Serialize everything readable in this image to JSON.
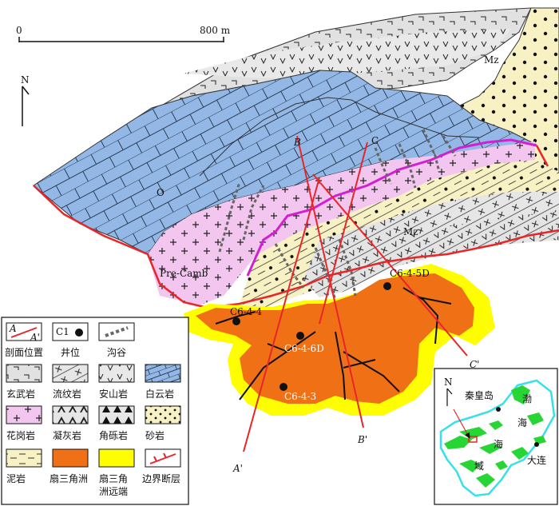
{
  "scale_bar": {
    "start": "0",
    "end": "800 m"
  },
  "north": "N",
  "map_labels": {
    "mz_top": "Mz",
    "mz_mid": "Mz",
    "o": "O",
    "c": "C",
    "precamb": "Pre-Camb"
  },
  "wells": [
    {
      "name": "C6-4-4"
    },
    {
      "name": "C6-4-6D"
    },
    {
      "name": "C6-4-5D"
    },
    {
      "name": "C6-4-3"
    }
  ],
  "sections": {
    "a": "A'",
    "b": "B'",
    "c": "C'",
    "b_top": "B",
    "c_top": "C"
  },
  "legend": {
    "sym_a": "A",
    "sym_a2": "A'",
    "sym_c1": "C1",
    "items": [
      "剖面位置",
      "井位",
      "沟谷",
      "玄武岩",
      "流纹岩",
      "安山岩",
      "白云岩",
      "花岗岩",
      "凝灰岩",
      "角砾岩",
      "砂岩",
      "泥岩",
      "扇三角洲",
      "扇三角",
      "洲远端",
      "边界断层"
    ]
  },
  "inset": {
    "north": "N",
    "qhd": "秦皇岛",
    "bo": "渤",
    "hai1": "海",
    "hai2": "海",
    "yu": "域",
    "dl": "大连"
  },
  "colors": {
    "dolomite": "#93b8e6",
    "granite": "#f2c6ee",
    "sandstone": "#f7f1c4",
    "basalt": "#e1e1e1",
    "fan": "#f07016",
    "fan_distal": "#fefe00",
    "fault": "#e8262a"
  }
}
